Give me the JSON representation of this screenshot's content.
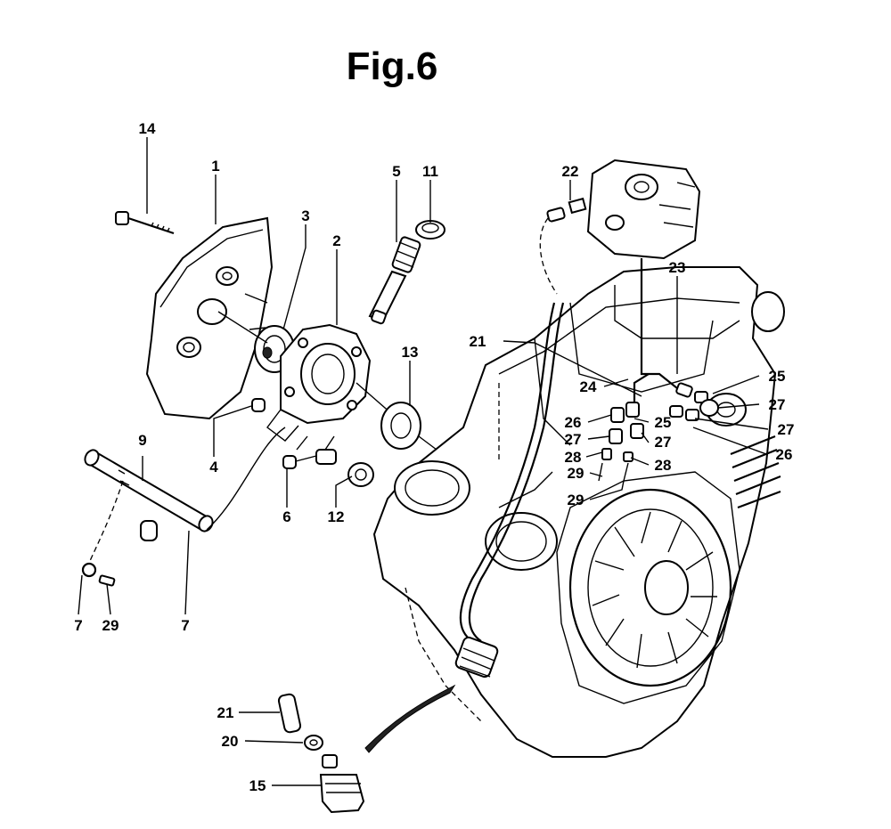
{
  "figure": {
    "title": "Fig.6"
  },
  "callouts": [
    {
      "id": "c14",
      "text": "14"
    },
    {
      "id": "c1",
      "text": "1"
    },
    {
      "id": "c3",
      "text": "3"
    },
    {
      "id": "c2",
      "text": "2"
    },
    {
      "id": "c5",
      "text": "5"
    },
    {
      "id": "c11",
      "text": "11"
    },
    {
      "id": "c22",
      "text": "22"
    },
    {
      "id": "c23",
      "text": "23"
    },
    {
      "id": "c21a",
      "text": "21"
    },
    {
      "id": "c13",
      "text": "13"
    },
    {
      "id": "c24",
      "text": "24"
    },
    {
      "id": "c25a",
      "text": "25"
    },
    {
      "id": "c27a",
      "text": "27"
    },
    {
      "id": "c26a",
      "text": "26"
    },
    {
      "id": "c25b",
      "text": "25"
    },
    {
      "id": "c27b",
      "text": "27"
    },
    {
      "id": "c27c",
      "text": "27"
    },
    {
      "id": "c27d",
      "text": "27"
    },
    {
      "id": "c28a",
      "text": "28"
    },
    {
      "id": "c28b",
      "text": "28"
    },
    {
      "id": "c26b",
      "text": "26"
    },
    {
      "id": "c29a",
      "text": "29"
    },
    {
      "id": "c29b",
      "text": "29"
    },
    {
      "id": "c4",
      "text": "4"
    },
    {
      "id": "c9",
      "text": "9"
    },
    {
      "id": "c6",
      "text": "6"
    },
    {
      "id": "c12",
      "text": "12"
    },
    {
      "id": "c7a",
      "text": "7"
    },
    {
      "id": "c29c",
      "text": "29"
    },
    {
      "id": "c7b",
      "text": "7"
    },
    {
      "id": "c21b",
      "text": "21"
    },
    {
      "id": "c20",
      "text": "20"
    },
    {
      "id": "c15",
      "text": "15"
    }
  ]
}
